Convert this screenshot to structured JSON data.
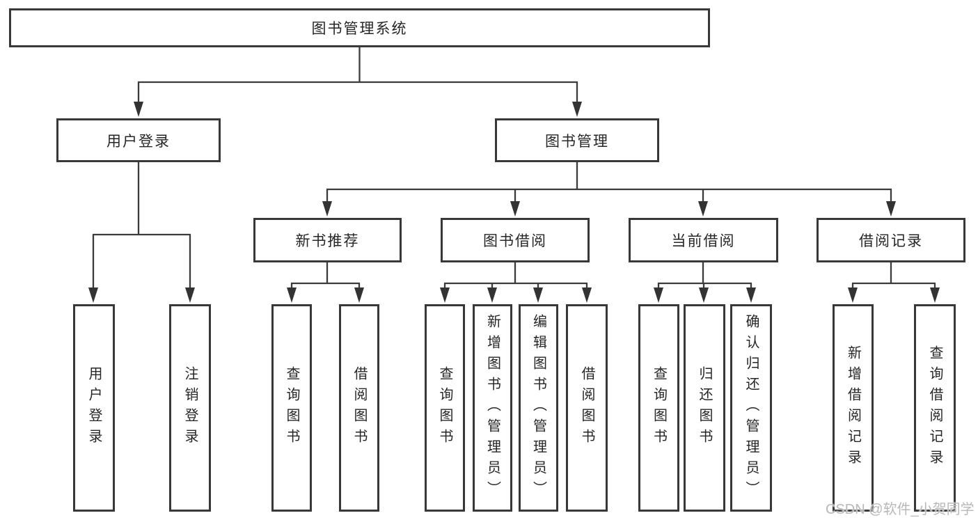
{
  "diagram": {
    "title": "图书管理系统",
    "nodes": {
      "root": "图书管理系统",
      "user": "用户登录",
      "book": "图书管理",
      "recommend": "新书推荐",
      "borrow": "图书借阅",
      "current": "当前借阅",
      "records": "借阅记录",
      "user_children": [
        "用户登录",
        "注销登录"
      ],
      "recommend_children": [
        "查询图书",
        "借阅图书"
      ],
      "borrow_children": [
        "查询图书",
        "新增图书（管理员）",
        "编辑图书（管理员）",
        "借阅图书"
      ],
      "current_children": [
        "查询图书",
        "归还图书",
        "确认归还（管理员）"
      ],
      "records_children": [
        "新增借阅记录",
        "查询借阅记录"
      ]
    }
  },
  "watermark": {
    "text": "CSDN @软件_小贺同学",
    "color": "#b8b8b8"
  },
  "colors": {
    "line": "#3b3b3b",
    "box_border": "#383838",
    "text": "#262626",
    "background": "#ffffff"
  }
}
